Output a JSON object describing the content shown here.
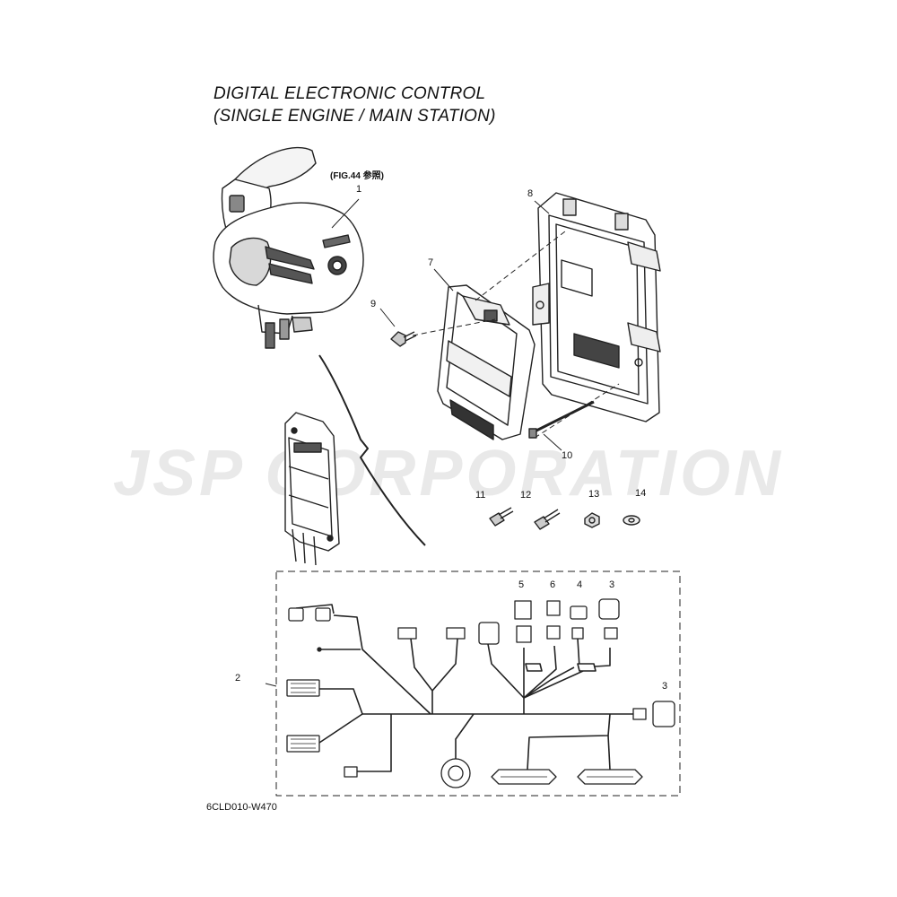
{
  "title_line1": "DIGITAL ELECTRONIC CONTROL",
  "title_line2": "(SINGLE ENGINE / MAIN STATION)",
  "figure_reference": "(FIG.44 参照)",
  "drawing_code": "6CLD010-W470",
  "watermark": "JSP CORPORATION",
  "callouts": [
    "1",
    "2",
    "3",
    "3",
    "4",
    "5",
    "6",
    "7",
    "8",
    "9",
    "10",
    "11",
    "12",
    "13",
    "14"
  ]
}
